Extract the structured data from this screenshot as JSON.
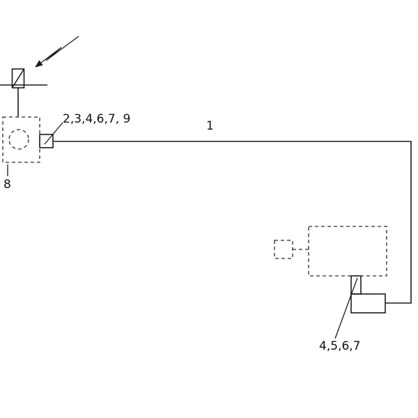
{
  "figure": {
    "background_color": "#ffffff",
    "line_color": "#1a1a1a",
    "labels": {
      "top_connector": "2,3,4,6,7, 9",
      "cable": "1",
      "sensor_head": "8",
      "bottom_connector": "4,5,6,7"
    }
  }
}
